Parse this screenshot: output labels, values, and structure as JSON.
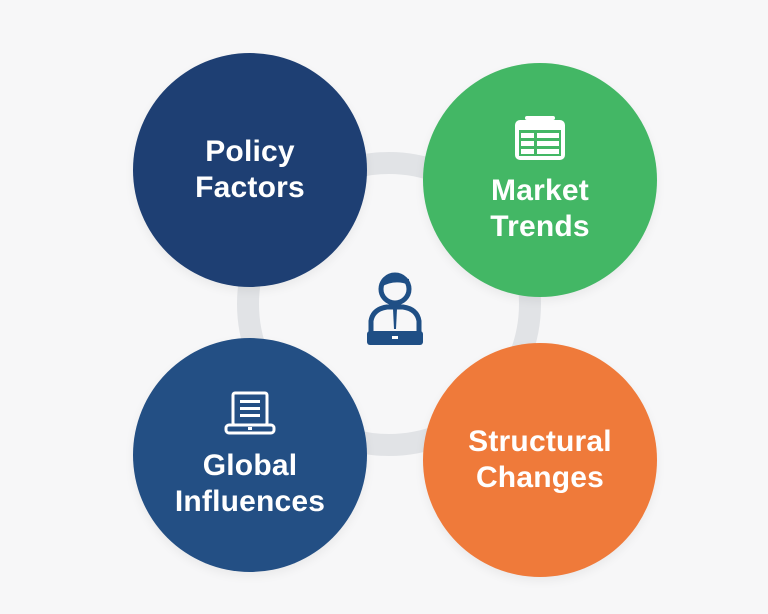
{
  "diagram": {
    "center": {
      "icon": "person-laptop-icon",
      "color": "#1f4f85"
    },
    "ring_color": "#e1e3e6",
    "nodes": [
      {
        "label_line1": "Policy",
        "label_line2": "Factors",
        "color": "#1e3f73",
        "icon": null
      },
      {
        "label_line1": "Market",
        "label_line2": "Trends",
        "color": "#43b765",
        "icon": "news-calendar-icon"
      },
      {
        "label_line1": "Global",
        "label_line2": "Influences",
        "color": "#234f84",
        "icon": "laptop-document-icon"
      },
      {
        "label_line1": "Structural",
        "label_line2": "Changes",
        "color": "#ef7a3a",
        "icon": null
      }
    ]
  }
}
